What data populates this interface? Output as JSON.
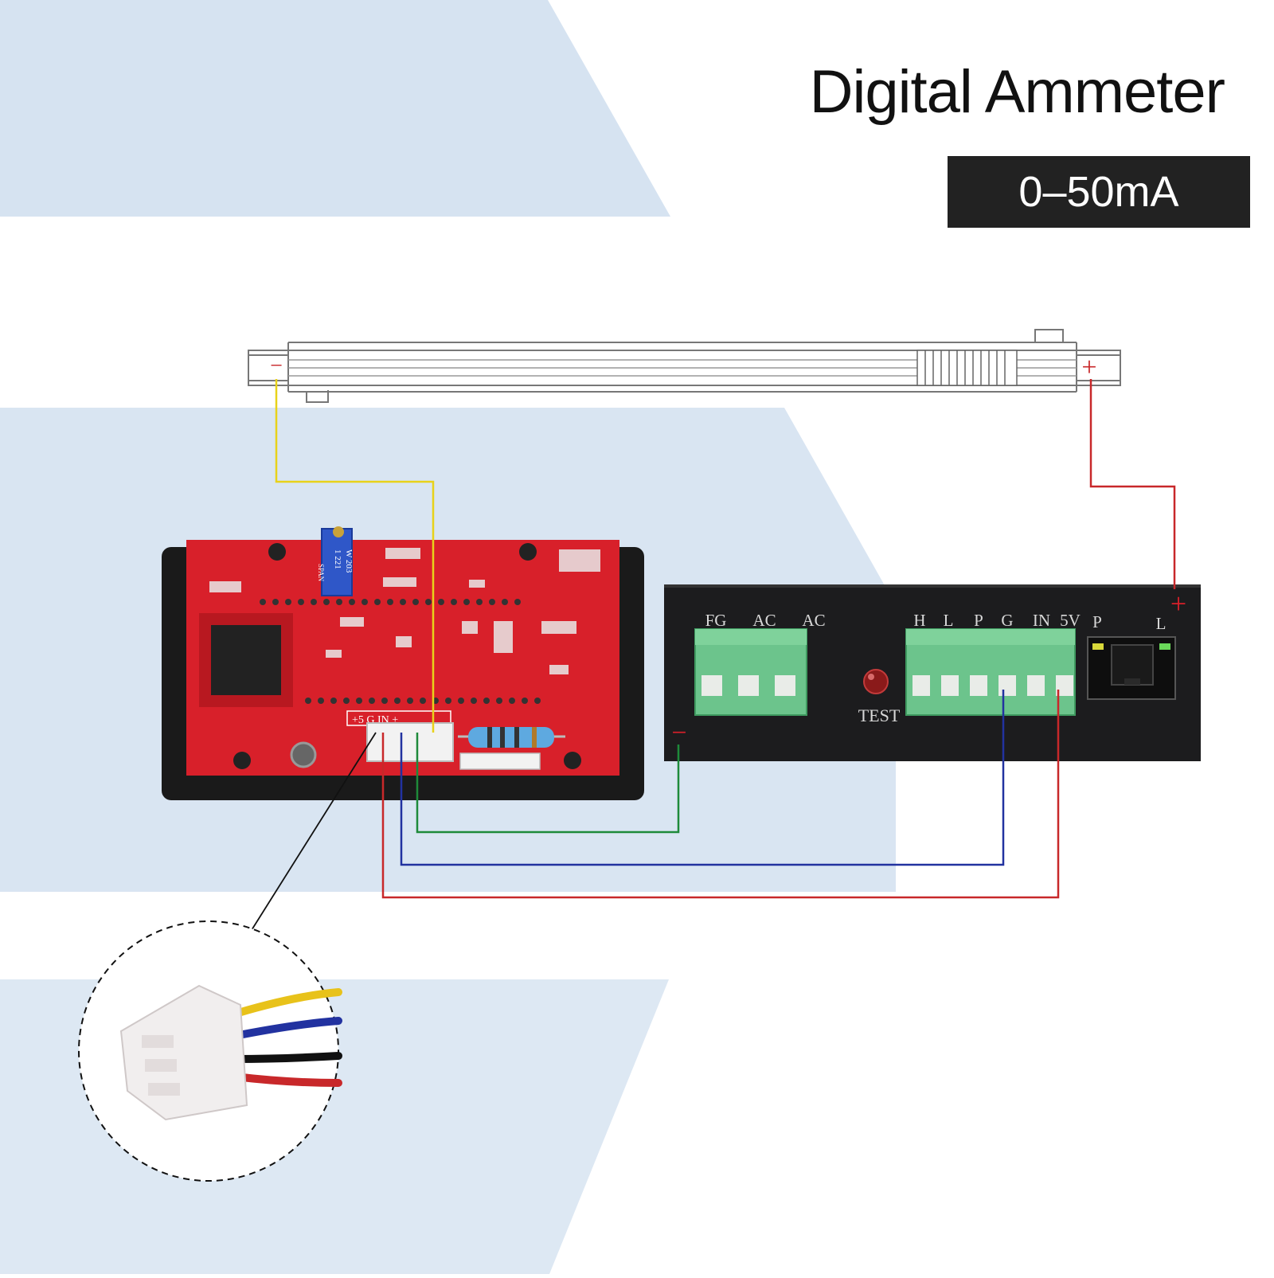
{
  "title": "Digital Ammeter",
  "range": "0–50mA",
  "tube": {
    "neg_symbol": "−",
    "pos_symbol": "+"
  },
  "pcb": {
    "pot_code_1": "W 203",
    "pot_code_2": "1 221",
    "label_span": "SPAN",
    "header_pins": "+5  G  IN  +"
  },
  "psu": {
    "terminal_labels": [
      "FG",
      "AC",
      "AC"
    ],
    "signal_labels": [
      "H",
      "L",
      "P",
      "G",
      "IN",
      "5V"
    ],
    "port_labels": [
      "P",
      "L"
    ],
    "test_label": "TEST",
    "pos_symbol": "+",
    "neg_symbol": "−"
  },
  "wire_colors": {
    "yellow": "#e8d21a",
    "red": "#c8282a",
    "blue": "#2232a0",
    "green": "#1e8a3a",
    "black": "#111111"
  },
  "colors": {
    "band": "#dbe6f2",
    "pcb_red": "#d8202a",
    "psu_body": "#1c1c1e",
    "terminal_green": "#6cc48c"
  }
}
